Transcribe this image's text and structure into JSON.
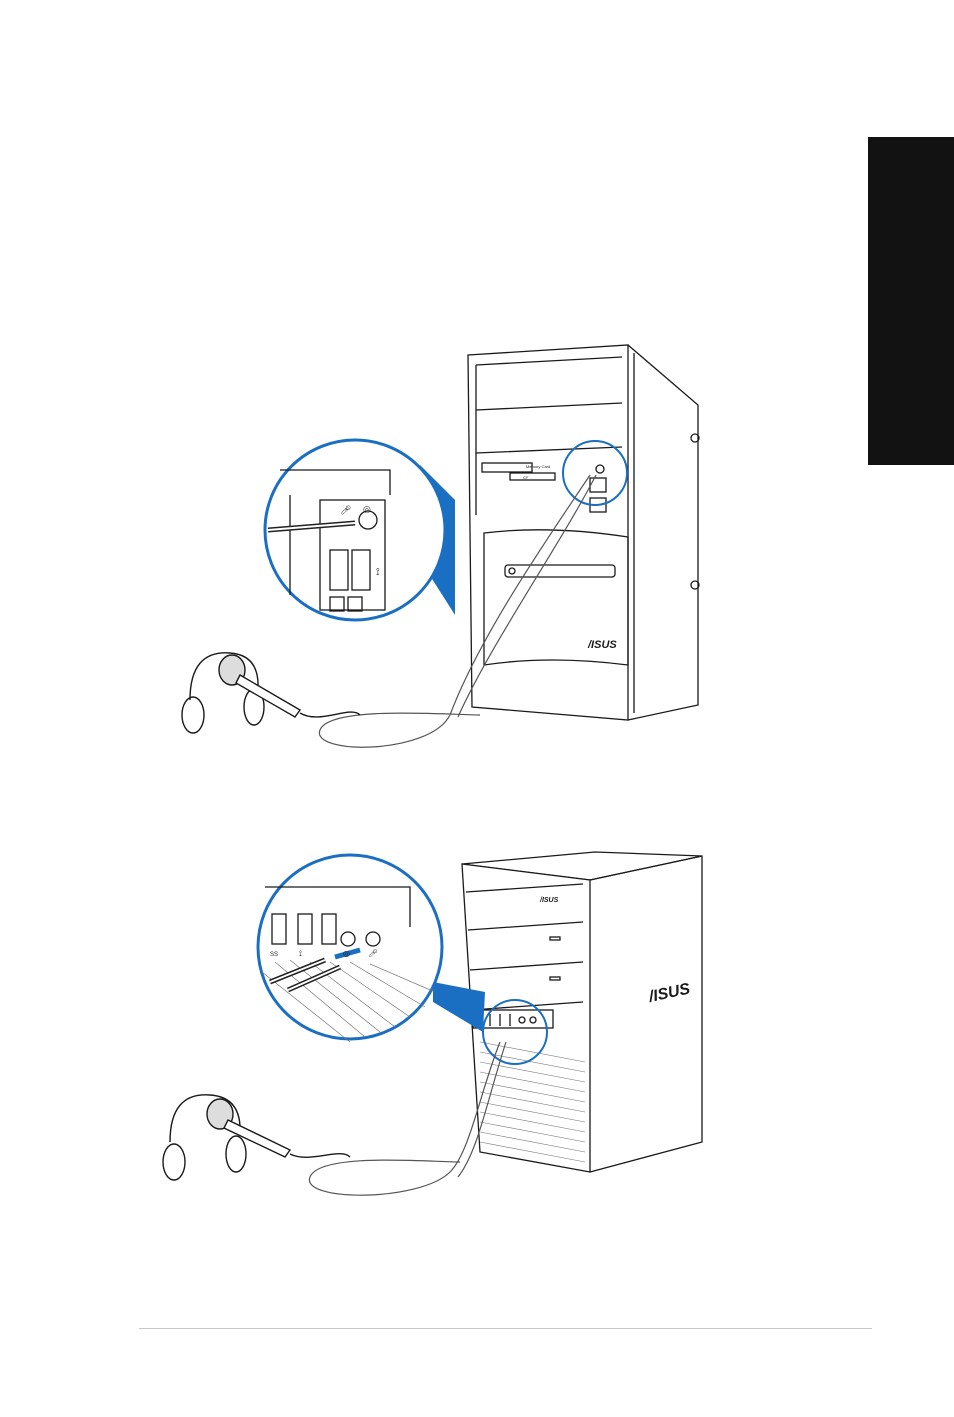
{
  "page": {
    "side_tab_color": "#121212",
    "accent_color": "#1b6fc2"
  },
  "figures": [
    {
      "id": "top",
      "front_panel_labels": [
        "Memory Card",
        "CF"
      ],
      "brand_logo_text": "/ISUS",
      "callout_icons": [
        "microphone-jack-icon",
        "headphone-jack-icon",
        "usb-icon"
      ]
    },
    {
      "id": "bottom",
      "brand_logo_text": "/ISUS",
      "port_labels": [
        "SS"
      ],
      "callout_icons": [
        "usb3-icon",
        "usb-icon",
        "headphone-jack-icon",
        "microphone-jack-icon"
      ]
    }
  ]
}
